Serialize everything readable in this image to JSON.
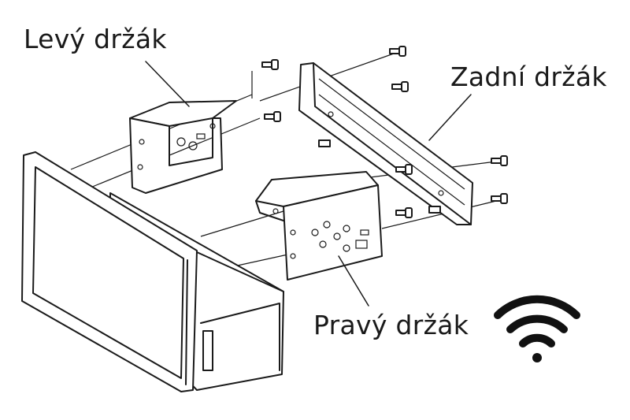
{
  "labels": {
    "left_bracket": "Levý držák",
    "rear_bracket": "Zadní držák",
    "right_bracket": "Pravý držák"
  },
  "icons": {
    "wifi": "wifi-icon",
    "screw": "screw-icon"
  },
  "colors": {
    "line": "#1a1a1a",
    "background": "#ffffff"
  }
}
